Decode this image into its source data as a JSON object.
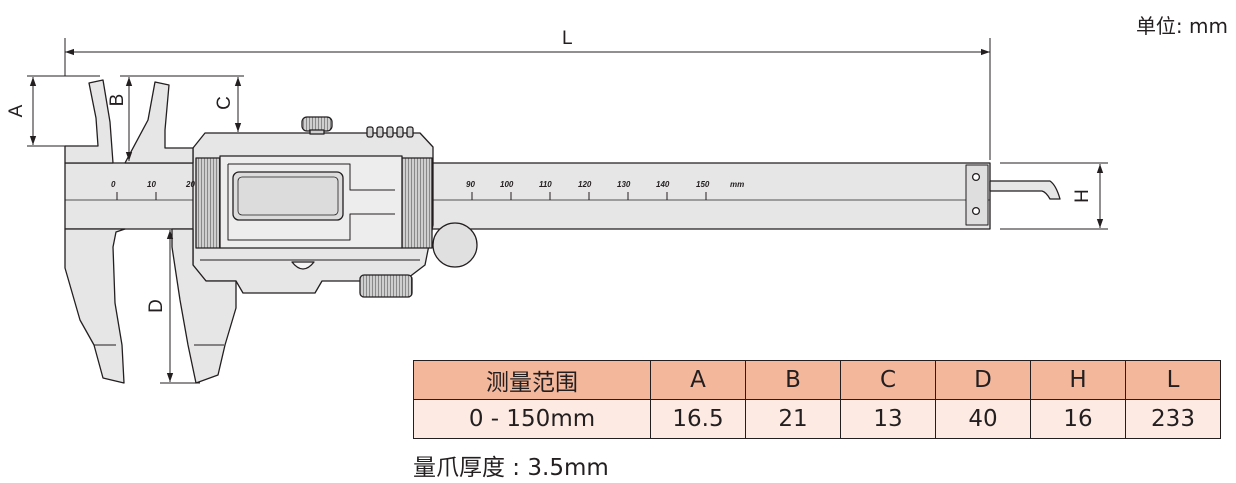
{
  "unit": "单位: mm",
  "dimension_labels": {
    "A": "A",
    "B": "B",
    "C": "C",
    "D": "D",
    "H": "H",
    "L": "L"
  },
  "scale": {
    "left_numbers": [
      "0",
      "10",
      "20"
    ],
    "right_numbers": [
      "90",
      "100",
      "110",
      "120",
      "130",
      "140",
      "150"
    ],
    "unit": "mm"
  },
  "spec_table": {
    "headers": [
      "测量范围",
      "A",
      "B",
      "C",
      "D",
      "H",
      "L"
    ],
    "rows": [
      [
        "0 - 150mm",
        "16.5",
        "21",
        "13",
        "40",
        "16",
        "233"
      ]
    ]
  },
  "footnote": "量爪厚度 : 3.5mm",
  "colors": {
    "line": "#231f20",
    "body_fill": "#e6e6e6",
    "header_fill": "#f3b79c",
    "row_fill": "#fdeae2"
  }
}
